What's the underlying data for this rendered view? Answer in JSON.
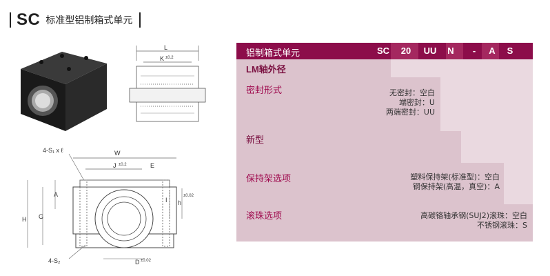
{
  "title": {
    "code": "SC",
    "subtitle": "标准型铝制箱式单元"
  },
  "drawing": {
    "side_labels": {
      "L": "L",
      "K": "K",
      "K_tol": "±0.2"
    },
    "front_labels": {
      "holes": "4-S₁ x ℓ",
      "W": "W",
      "J": "J",
      "J_tol": "±0.2",
      "E": "E",
      "A": "A",
      "G": "G",
      "H": "H",
      "I": "I",
      "h": "h",
      "h_tol": "±0.02",
      "bottom_holes": "4-S₂",
      "D": "D",
      "D_tol": "±0.02"
    }
  },
  "table": {
    "header": {
      "label": "铝制箱式单元",
      "codes": [
        "SC",
        "20",
        "UU",
        "N",
        "-",
        "A",
        "S"
      ]
    },
    "sections": {
      "lm_axis": {
        "label": "LM轴外径"
      },
      "seal": {
        "label": "密封形式",
        "options": [
          "无密封：空白",
          "端密封：U",
          "两端密封：UU"
        ]
      },
      "new_type": {
        "label": "新型"
      },
      "cage": {
        "label": "保持架选项",
        "options": [
          "塑料保持架(标准型)：空白",
          "钢保持架(高温，真空)：A"
        ]
      },
      "ball": {
        "label": "滚珠选项",
        "options": [
          "高碳铬轴承钢(SUJ2)滚珠：空白",
          "不锈钢滚珠：S"
        ]
      }
    },
    "colors": {
      "header_bg": "#8c0d4a",
      "highlight": "#a4285f",
      "body": "#dcc3cd",
      "light": "#ead9e0",
      "label": "#a00d50"
    }
  }
}
